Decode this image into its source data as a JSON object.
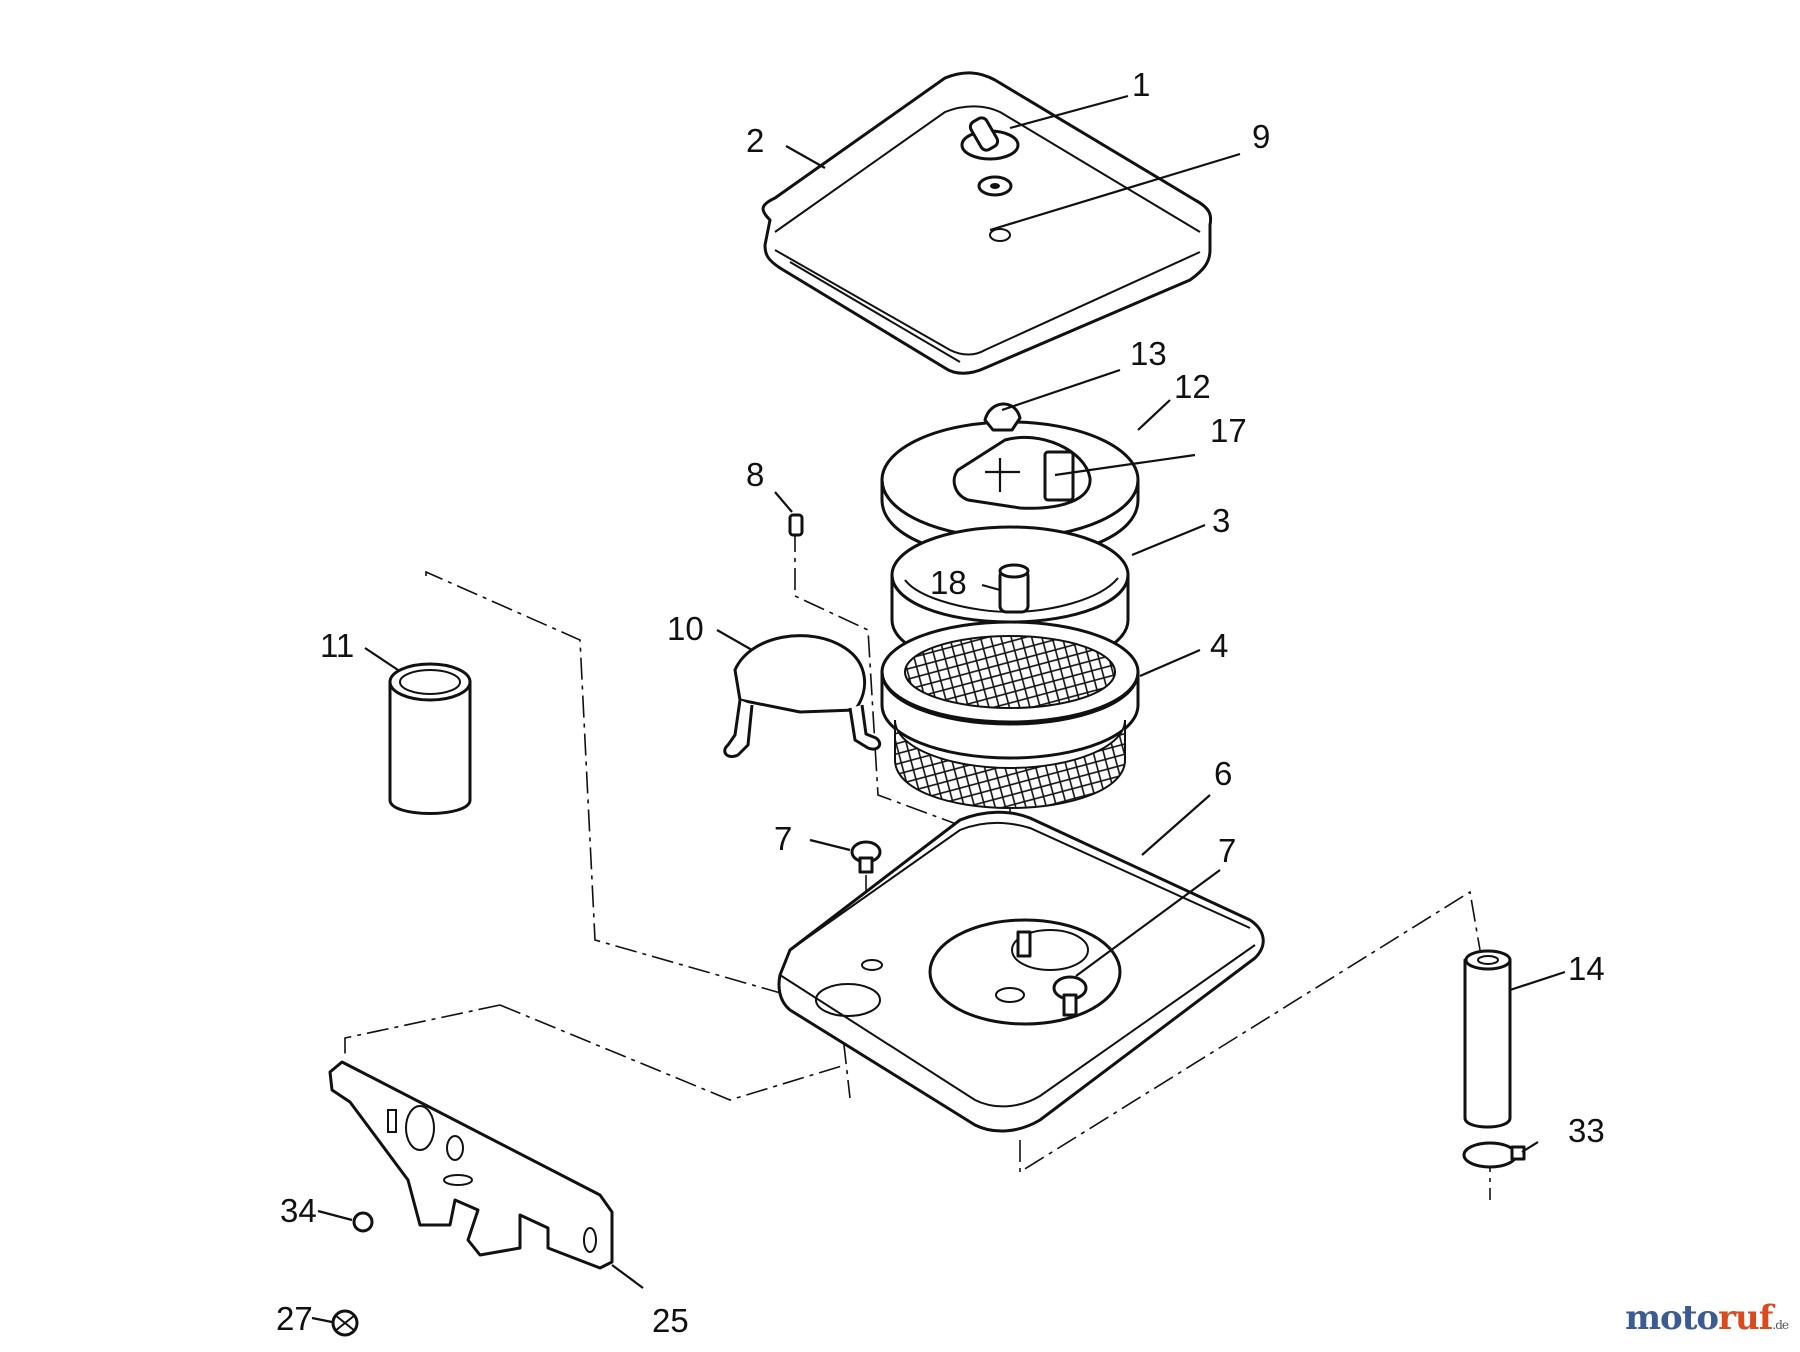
{
  "diagram": {
    "callouts": [
      {
        "id": "1",
        "label": "1"
      },
      {
        "id": "2",
        "label": "2"
      },
      {
        "id": "9",
        "label": "9"
      },
      {
        "id": "13",
        "label": "13"
      },
      {
        "id": "12",
        "label": "12"
      },
      {
        "id": "17",
        "label": "17"
      },
      {
        "id": "8",
        "label": "8"
      },
      {
        "id": "3",
        "label": "3"
      },
      {
        "id": "18",
        "label": "18"
      },
      {
        "id": "10",
        "label": "10"
      },
      {
        "id": "11",
        "label": "11"
      },
      {
        "id": "4",
        "label": "4"
      },
      {
        "id": "6",
        "label": "6"
      },
      {
        "id": "7a",
        "label": "7"
      },
      {
        "id": "7b",
        "label": "7"
      },
      {
        "id": "14",
        "label": "14"
      },
      {
        "id": "33",
        "label": "33"
      },
      {
        "id": "34",
        "label": "34"
      },
      {
        "id": "27",
        "label": "27"
      },
      {
        "id": "25",
        "label": "25"
      }
    ]
  },
  "watermark": {
    "part1": "moto",
    "part2": "ruf",
    "part3": ".de"
  }
}
